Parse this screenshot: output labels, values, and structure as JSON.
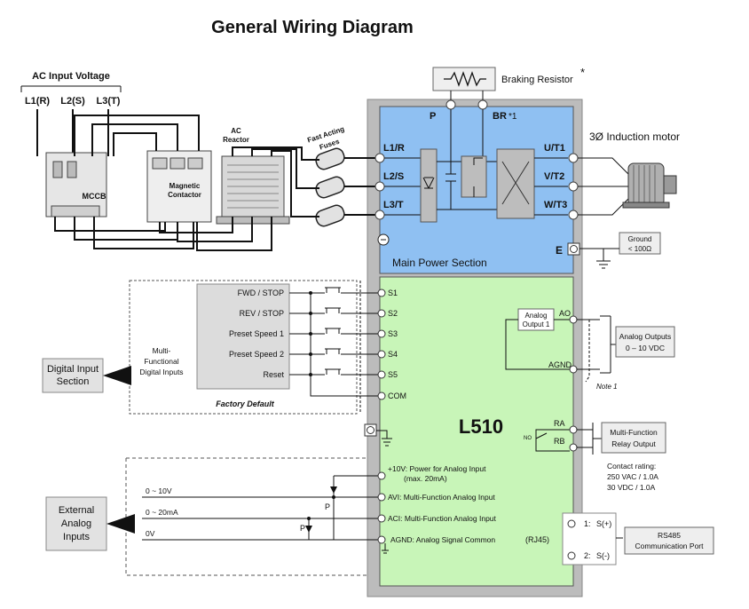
{
  "title": "General Wiring Diagram",
  "ac_input": {
    "label": "AC Input Voltage",
    "l1": "L1(R)",
    "l2": "L2(S)",
    "l3": "L3(T)"
  },
  "mccb": "MCCB",
  "contactor": [
    "Magnetic",
    "Contactor"
  ],
  "ac_reactor": [
    "AC",
    "Reactor"
  ],
  "fuses": [
    "Fast Acting",
    "Fuses"
  ],
  "braking_resistor": {
    "label": "Braking Resistor",
    "note": "*"
  },
  "power": {
    "p": "P",
    "br": "BR",
    "br_note": "*1",
    "l1": "L1/R",
    "l2": "L2/S",
    "l3": "L3/T",
    "u": "U/T1",
    "v": "V/T2",
    "w": "W/T3",
    "e": "E",
    "section": "Main Power Section"
  },
  "motor": "3Ø Induction motor",
  "ground": [
    "Ground",
    "< 100Ω"
  ],
  "digital": {
    "buttons": [
      "FWD / STOP",
      "REV / STOP",
      "Preset Speed 1",
      "Preset Speed 2",
      "Reset"
    ],
    "terminals": [
      "S1",
      "S2",
      "S3",
      "S4",
      "S5",
      "COM"
    ],
    "factory": "Factory Default",
    "multi": [
      "Multi-",
      "Functional",
      "Digital Inputs"
    ],
    "section": [
      "Digital Input",
      "Section"
    ]
  },
  "model": "L510",
  "analog_out": {
    "box": [
      "Analog",
      "Output 1"
    ],
    "ao": "AO",
    "agnd": "AGND",
    "label": [
      "Analog Outputs",
      "0 – 10 VDC"
    ],
    "note": "Note 1"
  },
  "relay": {
    "ra": "RA",
    "rb": "RB",
    "no": "NO",
    "label": [
      "Multi-Function",
      "Relay Output"
    ],
    "rating": [
      "Contact rating:",
      "250 VAC / 1.0A",
      "30 VDC / 1.0A"
    ]
  },
  "analog_in": {
    "plus10": [
      "+10V: Power for Analog Input",
      "(max. 20mA)"
    ],
    "avi": "AVI: Multi-Function Analog Input",
    "aci": "ACI: Multi-Function Analog Input",
    "agnd": "AGND: Analog Signal Common",
    "v": "0 ~ 10V",
    "ma": "0 ~ 20mA",
    "zero": "0V",
    "p": "P",
    "section": [
      "External",
      "Analog",
      "Inputs"
    ]
  },
  "rs485": {
    "rj45": "(RJ45)",
    "pin1": "1:",
    "sp": "S(+)",
    "pin2": "2:",
    "sm": "S(-)",
    "label": [
      "RS485",
      "Communication Port"
    ]
  },
  "colors": {
    "power_fill": "#8fc0f2",
    "control_fill": "#c8f5b8",
    "drive_border": "#bcbcbc"
  }
}
